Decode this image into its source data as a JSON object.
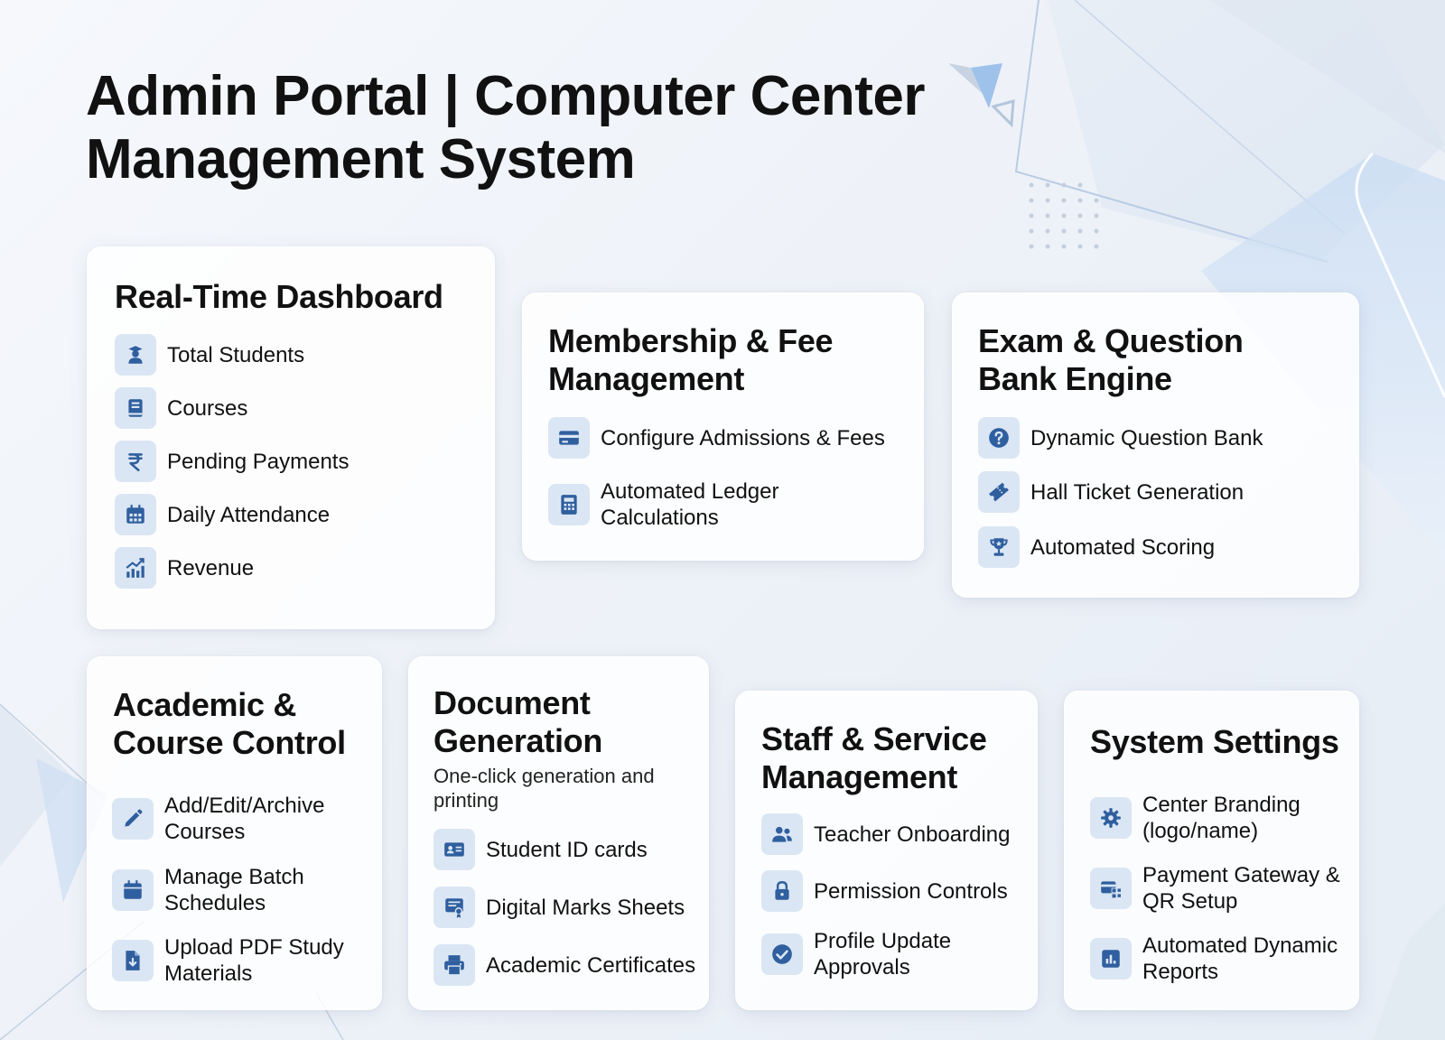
{
  "page": {
    "title_line1": "Admin Portal | Computer Center",
    "title_line2": "Management System"
  },
  "colors": {
    "accent": "#2f5f9e",
    "icon_bg": "#dbe6f4",
    "card_bg": "#ffffff"
  },
  "cards": {
    "dashboard": {
      "title": "Real-Time Dashboard",
      "items": [
        {
          "icon": "student-icon",
          "label": "Total Students"
        },
        {
          "icon": "book-icon",
          "label": "Courses"
        },
        {
          "icon": "rupee-icon",
          "label": "Pending Payments"
        },
        {
          "icon": "calendar-icon",
          "label": "Daily Attendance"
        },
        {
          "icon": "chart-icon",
          "label": "Revenue"
        }
      ]
    },
    "membership": {
      "title_line1": "Membership & Fee",
      "title_line2": "Management",
      "items": [
        {
          "icon": "credit-card-icon",
          "label": "Configure Admissions & Fees"
        },
        {
          "icon": "calculator-icon",
          "label_line1": "Automated Ledger",
          "label_line2": "Calculations"
        }
      ]
    },
    "exam": {
      "title_line1": "Exam & Question",
      "title_line2": "Bank Engine",
      "items": [
        {
          "icon": "question-icon",
          "label": "Dynamic Question Bank"
        },
        {
          "icon": "ticket-icon",
          "label": "Hall Ticket Generation"
        },
        {
          "icon": "trophy-icon",
          "label": "Automated Scoring"
        }
      ]
    },
    "academic": {
      "title_line1": "Academic &",
      "title_line2": "Course Control",
      "items": [
        {
          "icon": "pencil-icon",
          "label_line1": "Add/Edit/Archive",
          "label_line2": "Courses"
        },
        {
          "icon": "schedule-icon",
          "label_line1": "Manage Batch",
          "label_line2": "Schedules"
        },
        {
          "icon": "file-upload-icon",
          "label_line1": "Upload PDF Study",
          "label_line2": "Materials"
        }
      ]
    },
    "document": {
      "title_line1": "Document",
      "title_line2": "Generation",
      "subtitle_line1": "One-click generation and",
      "subtitle_line2": "printing",
      "items": [
        {
          "icon": "id-card-icon",
          "label": "Student ID cards"
        },
        {
          "icon": "certificate-icon",
          "label": "Digital Marks Sheets"
        },
        {
          "icon": "printer-icon",
          "label": "Academic Certificates"
        }
      ]
    },
    "staff": {
      "title_line1": "Staff & Service",
      "title_line2": "Management",
      "items": [
        {
          "icon": "people-icon",
          "label": "Teacher Onboarding"
        },
        {
          "icon": "lock-icon",
          "label": "Permission Controls"
        },
        {
          "icon": "check-circle-icon",
          "label_line1": "Profile Update",
          "label_line2": "Approvals"
        }
      ]
    },
    "settings": {
      "title": "System Settings",
      "items": [
        {
          "icon": "gear-icon",
          "label_line1": "Center Branding",
          "label_line2": "(logo/name)"
        },
        {
          "icon": "payment-qr-icon",
          "label_line1": "Payment Gateway &",
          "label_line2": "QR Setup"
        },
        {
          "icon": "report-icon",
          "label_line1": "Automated Dynamic",
          "label_line2": "Reports"
        }
      ]
    }
  }
}
